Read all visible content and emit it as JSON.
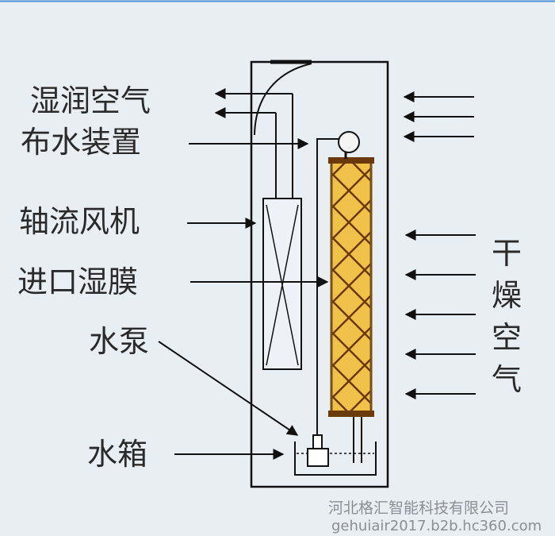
{
  "labels": {
    "humid_air": "湿润空气",
    "water_distributor": "布水装置",
    "axial_fan": "轴流风机",
    "inlet_wet_film": "进口湿膜",
    "water_pump": "水泵",
    "water_tank": "水箱"
  },
  "dry_air": [
    "干",
    "燥",
    "空",
    "气"
  ],
  "watermark": {
    "company": "河北格汇智能科技有限公司",
    "url": "gehuiair2017.b2b.hc360.com"
  },
  "colors": {
    "background": "#e9eef3",
    "line": "#111111",
    "pad_fill": "#f0c24a",
    "pad_edge": "#7a4e10",
    "pad_lattice": "#6b3a0a",
    "accent_top_border": "#4a90d9"
  }
}
